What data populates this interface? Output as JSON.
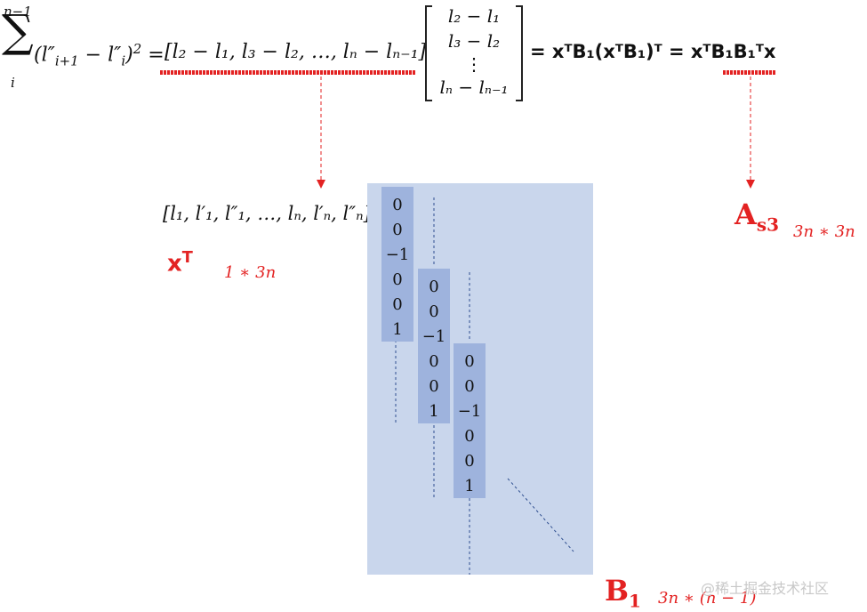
{
  "formula": {
    "sum_upper": "n−1",
    "sum_lower": "i",
    "sum_symbol": "∑",
    "lhs_term": "(l″",
    "lhs_sub1": "i+1",
    "lhs_mid": " − l″",
    "lhs_sub2": "i",
    "lhs_close": ")",
    "lhs_power": "2",
    "equals_1": " = ",
    "row_vector": "[l₂ − l₁, l₃ − l₂, …, lₙ − lₙ₋₁]",
    "col_vector": [
      "l₂ − l₁",
      "l₃ − l₂",
      "⋮",
      "lₙ − lₙ₋₁"
    ],
    "rhs_1": "= xᵀB₁(xᵀB₁)ᵀ",
    "rhs_2": " = xᵀB₁B₁ᵀx"
  },
  "x_vector": {
    "expr": "[l₁, l′₁, l″₁, …, lₙ, l′ₙ, l″ₙ] ·",
    "label": "x",
    "label_sup": "T",
    "dim": "1 ∗ 3n"
  },
  "b1_matrix": {
    "column_entries": [
      "0",
      "0",
      "−1",
      "0",
      "0",
      "1"
    ],
    "label": "B",
    "label_sub": "1",
    "dim": "3n ∗ (n − 1)"
  },
  "as3": {
    "label": "A",
    "label_sub": "s3",
    "dim": "3n ∗ 3n"
  },
  "watermark": "@稀土掘金技术社区",
  "colors": {
    "red": "#e32222",
    "panel": "#c9d6ec",
    "column_box": "#9eb3dd",
    "dashed_line": "#2f4f8f"
  }
}
